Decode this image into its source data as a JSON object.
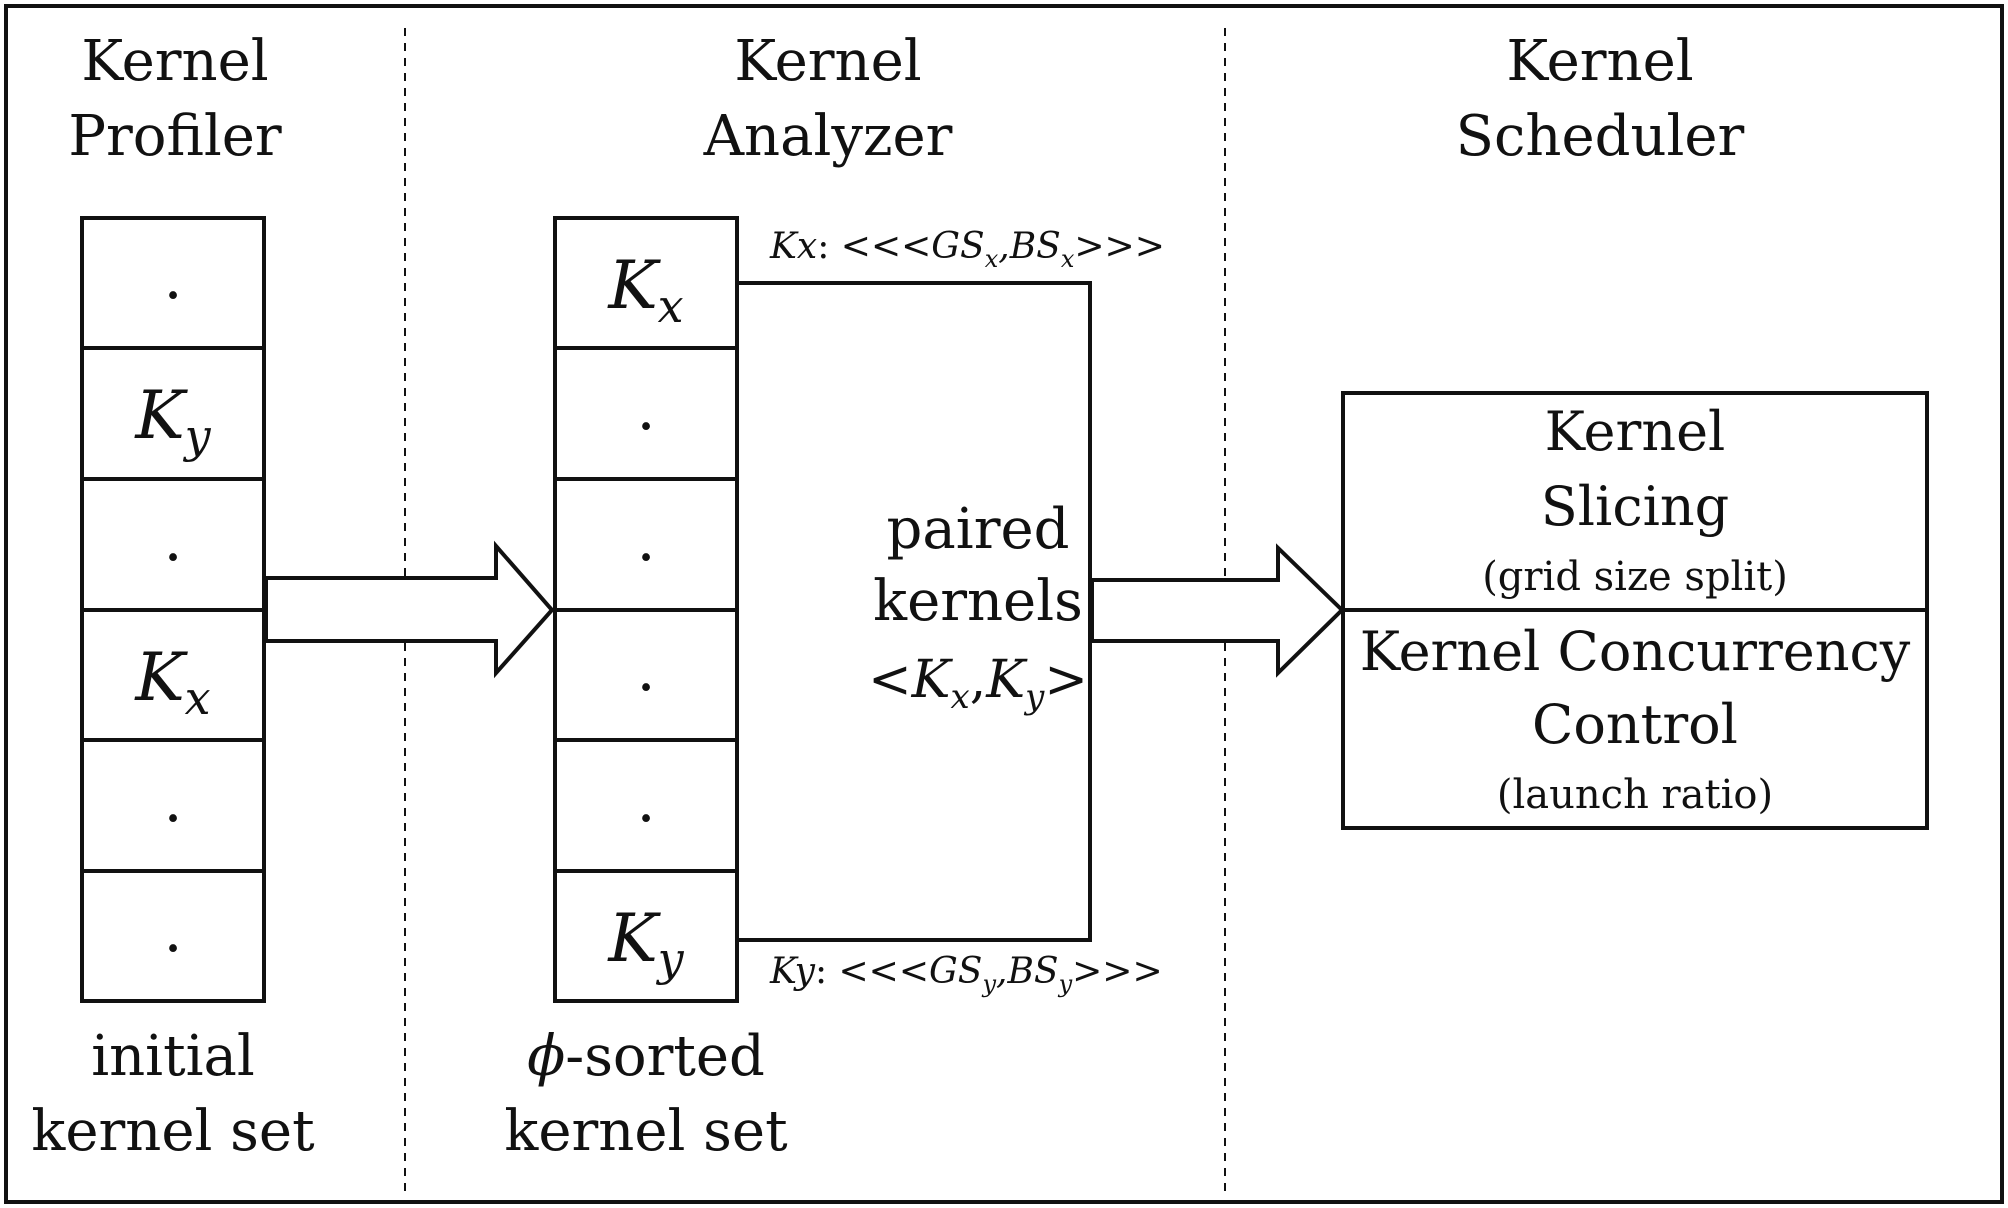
{
  "sections": {
    "profiler": [
      "Kernel",
      "Profiler"
    ],
    "analyzer": [
      "Kernel",
      "Analyzer"
    ],
    "scheduler": [
      "Kernel",
      "Scheduler"
    ]
  },
  "initial_set": {
    "cells": [
      {
        "text": ".",
        "sub": ""
      },
      {
        "text": "K",
        "sub": "y"
      },
      {
        "text": ".",
        "sub": ""
      },
      {
        "text": "K",
        "sub": "x"
      },
      {
        "text": ".",
        "sub": ""
      },
      {
        "text": ".",
        "sub": ""
      }
    ],
    "caption": [
      "initial",
      "kernel set"
    ]
  },
  "sorted_set": {
    "cells": [
      {
        "text": "K",
        "sub": "x"
      },
      {
        "text": ".",
        "sub": ""
      },
      {
        "text": ".",
        "sub": ""
      },
      {
        "text": ".",
        "sub": ""
      },
      {
        "text": ".",
        "sub": ""
      },
      {
        "text": "K",
        "sub": "y"
      }
    ],
    "caption_symbol": "ϕ",
    "caption": [
      "-sorted",
      "kernel set"
    ]
  },
  "launch_config_x": {
    "kernel": "Kx",
    "sep": ": ",
    "open": "<<<",
    "gs": "GS",
    "bs": "BS",
    "sub": "x",
    "comma": ",",
    "close": ">>>"
  },
  "launch_config_y": {
    "kernel": "Ky",
    "sep": ": ",
    "open": "<<<",
    "gs": "GS",
    "bs": "BS",
    "sub": "y",
    "comma": ",",
    "close": ">>>"
  },
  "paired": {
    "lines": [
      "paired",
      "kernels"
    ],
    "open": "<",
    "k1": "K",
    "s1": "x",
    "comma": ",",
    "k2": "K",
    "s2": "y",
    "close": ">"
  },
  "scheduler_box": {
    "top": {
      "lines": [
        "Kernel",
        "Slicing"
      ],
      "note": "(grid size split)"
    },
    "bottom": {
      "lines": [
        "Kernel Concurrency",
        "Control"
      ],
      "note": "(launch ratio)"
    }
  }
}
